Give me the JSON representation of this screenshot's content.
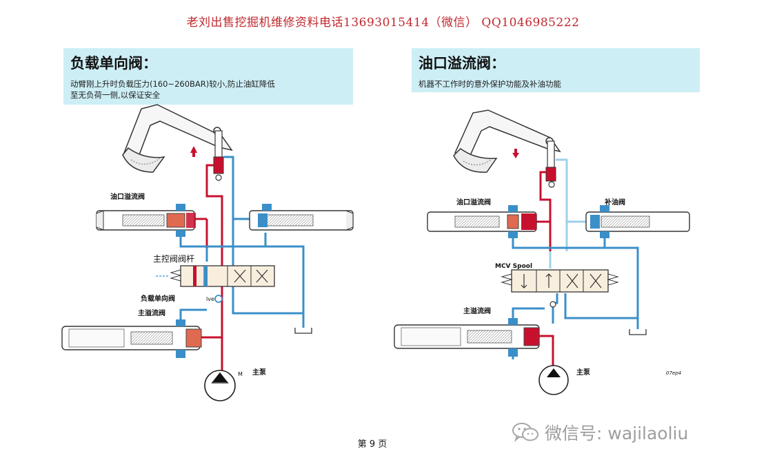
{
  "banner": "老刘出售挖掘机维修资料电话13693015414（微信）    QQ1046985222",
  "left": {
    "title": "负载单向阀：",
    "desc_line1": "动臂刚上升时负载压力(160~260BAR)较小,防止油缸降低",
    "desc_line2": "至无负荷一侧,以保证安全",
    "label_port_relief": "油口溢流阀",
    "label_spool": "主控阀阀杆",
    "label_check": "负载单向阀",
    "label_lve": "lve",
    "label_main_relief": "主溢流阀",
    "label_m": "M",
    "label_pump": "主泵"
  },
  "right": {
    "title": "油口溢流阀：",
    "desc_line1": "机器不工作时的意外保护功能及补油功能",
    "label_port_relief": "油口溢流阀",
    "label_makeup": "补油阀",
    "label_spool": "MCV Spool",
    "label_main_relief": "主溢流阀",
    "label_pump": "主泵",
    "label_code": "07ep4"
  },
  "footer": {
    "page": "第 9 页",
    "watermark": "微信号: wajilaoliu"
  },
  "colors": {
    "pressure": "#c8102e",
    "return": "#3a8fc8",
    "return_light": "#9fd0e8",
    "banner": "#c0282e",
    "title_bg": "#cdeef5"
  }
}
